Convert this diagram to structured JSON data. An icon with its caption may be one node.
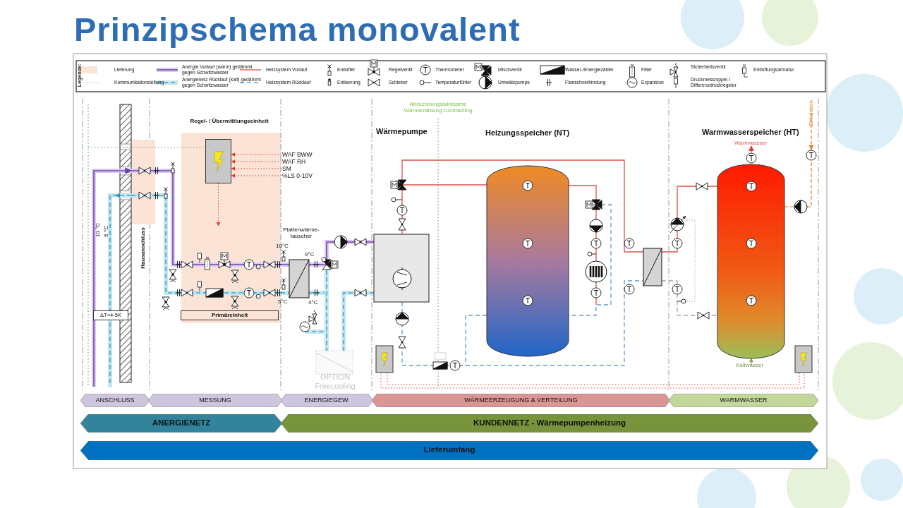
{
  "diagram": {
    "title": "Prinzipschema monovalent",
    "nodes": [
      {
        "text": [
          "Regel- / Übermittlungseinheit"
        ]
      },
      {
        "text": [],
        "shape": "box",
        "in": 0
      },
      {
        "text": [
          "Primäreinheit"
        ],
        "in": 0
      },
      {
        "text": [
          "WAF BWW"
        ]
      },
      {
        "text": [
          "WAF RH"
        ]
      },
      {
        "text": [
          "SM"
        ]
      },
      {
        "text": [
          "%LS 0-10V"
        ]
      },
      {
        "text": [
          "ΔT=4-5K"
        ]
      },
      {
        "text": [
          "ANSCHLUSS"
        ]
      },
      {
        "text": [
          "MESSUNG"
        ]
      },
      {
        "text": [
          "ENERGIEGEW."
        ]
      },
      {
        "text": [
          "WÄRMEERZEUGUNG & VERTEILUNG"
        ]
      },
      {
        "text": [
          "WARMWASSER"
        ]
      },
      {
        "text": [
          "ANERGIENETZ"
        ]
      },
      {
        "text": [
          "KUNDENNETZ - Wärmepumpenheizung"
        ]
      },
      {
        "text": [
          "Lieferumfang"
        ]
      }
    ],
    "edges": [
      {
        "from": 3,
        "to": 1,
        "arrow": "to",
        "style": "dashed"
      },
      {
        "from": 4,
        "to": 1,
        "arrow": "to",
        "style": "dashed"
      },
      {
        "from": 5,
        "to": 1,
        "arrow": "to",
        "style": "dashed"
      },
      {
        "from": 6,
        "to": 1,
        "arrow": "to",
        "style": "dashed"
      },
      {
        "from": 1,
        "to": null,
        "arrow": "to",
        "style": "dashed"
      }
    ],
    "labels": [
      "Legende:",
      "Abrechnungswirksame Wärmezählung Contracting",
      "Zirkulation",
      "Wärmepumpe",
      "Heizungsspeicher (NT)",
      "Warmwasserspeicher (HT)",
      "Warmwasser",
      "10 °C",
      "5 °C",
      "Hausanschluss",
      "Plattenwärme- tauscher",
      "10°C",
      "9°C",
      "5°C",
      "4°C",
      "OPTION Freecooling",
      "Kaltwasser"
    ],
    "legend": [
      {
        "text": "Lieferung",
        "color": "#fbe3d6"
      },
      {
        "text": "Anergie Vorlauf (warm) gedämmt gegen Schwitzwasser"
      },
      {
        "text": "Heizsystem Vorlauf"
      },
      {
        "text": "Entlüfter"
      },
      {
        "text": "Regelventil"
      },
      {
        "text": "Thermometer"
      },
      {
        "text": "Mischventil"
      },
      {
        "text": "Wasser-/Energiezähler"
      },
      {
        "text": "Filter"
      },
      {
        "text": "Sicherheitsventil"
      },
      {
        "text": "Entlüftungsarmatur"
      },
      {
        "text": "Kommunikationsleitung"
      },
      {
        "text": "Anergienetz Rücklauf (kalt) gedämmt gegen Schwitzwasser"
      },
      {
        "text": "Heizsystem Rücklauf"
      },
      {
        "text": "Entleerung"
      },
      {
        "text": "Schieber"
      },
      {
        "text": "Temperaturfühler"
      },
      {
        "text": "Umwälzpumpe"
      },
      {
        "text": "Flanschverbindung"
      },
      {
        "text": "Expansion"
      },
      {
        "text": "Druckmessnippel / Differenzdruckregeler"
      }
    ]
  }
}
